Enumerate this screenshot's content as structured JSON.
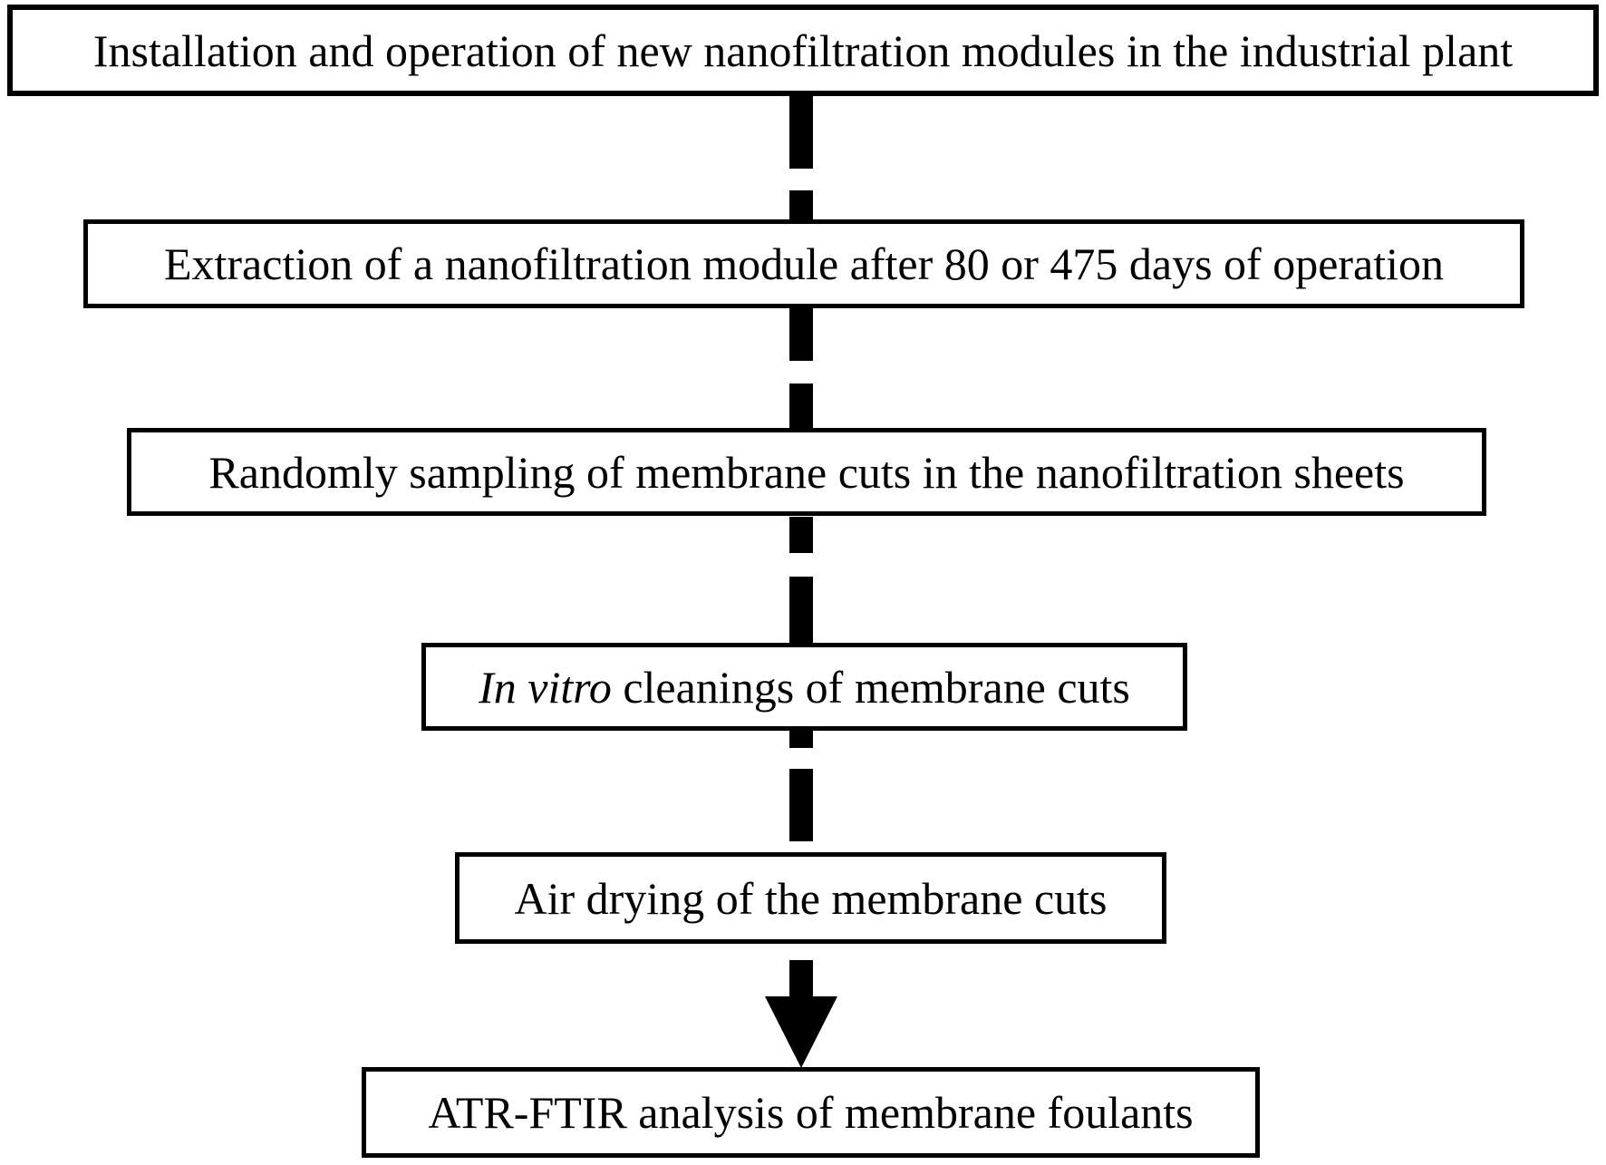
{
  "diagram": {
    "type": "flowchart",
    "orientation": "top-down",
    "steps": [
      {
        "label": "Installation and operation of new nanofiltration modules in the industrial plant"
      },
      {
        "label": "Extraction of a nanofiltration module after 80 or 475 days of operation"
      },
      {
        "label": "Randomly sampling of membrane cuts in the nanofiltration sheets"
      },
      {
        "label_italic": "In vitro",
        "label_rest": " cleanings of membrane cuts"
      },
      {
        "label": "Air drying of the membrane cuts"
      },
      {
        "label": "ATR-FTIR analysis of membrane foulants"
      }
    ],
    "connector": {
      "style": "thick-dashed-vertical",
      "color": "#000000",
      "arrowhead": "filled-triangle-down"
    },
    "colors": {
      "background": "#ffffff",
      "box_fill": "#ffffff",
      "box_border": "#000000",
      "text": "#000000"
    }
  }
}
